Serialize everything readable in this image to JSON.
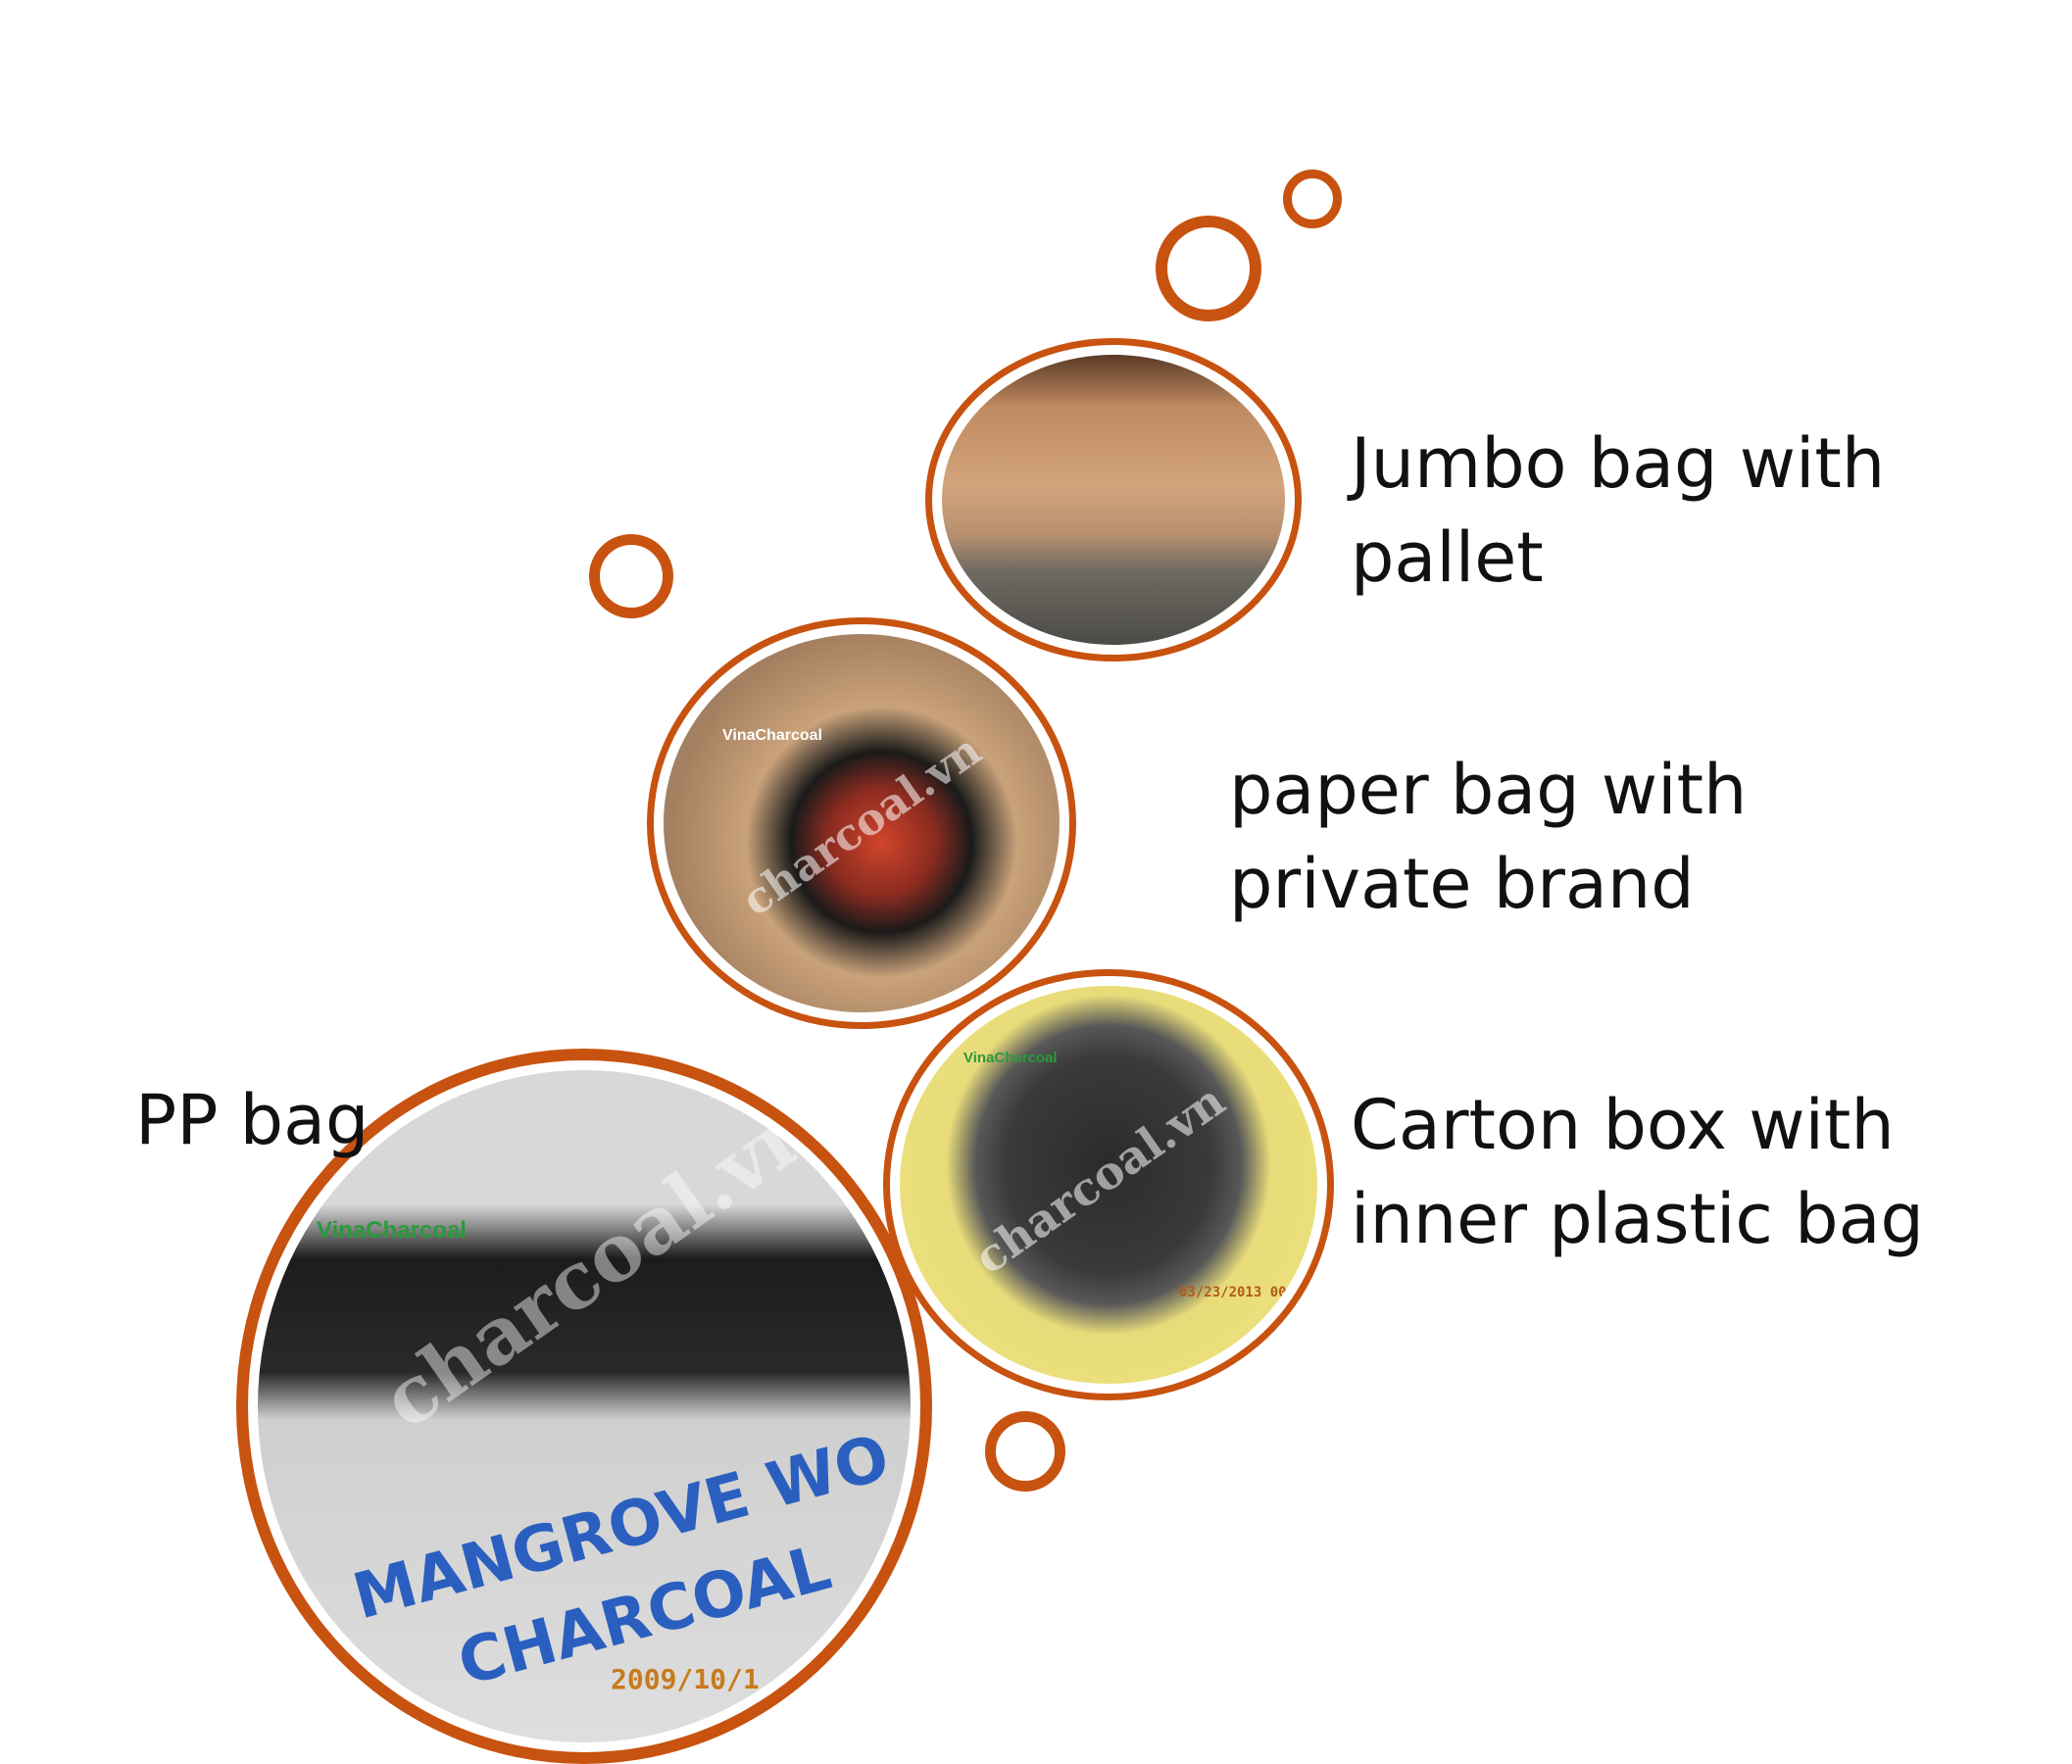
{
  "accent_color": "#c8520f",
  "captions": {
    "jumbo": [
      "Jumbo bag with",
      "pallet"
    ],
    "paper": [
      "paper bag with",
      "private brand"
    ],
    "carton": [
      "Carton box with",
      "inner plastic bag"
    ],
    "pp": [
      "PP bag"
    ]
  },
  "photos": {
    "brand_logo": "VinaCharcoal",
    "watermark": "charcoal.vn",
    "pp_print_line1": "MANGROVE WO",
    "pp_print_line2": "CHARCOAL",
    "pp_date": "2009/10/1",
    "carton_date": "03/23/2013 00:"
  }
}
